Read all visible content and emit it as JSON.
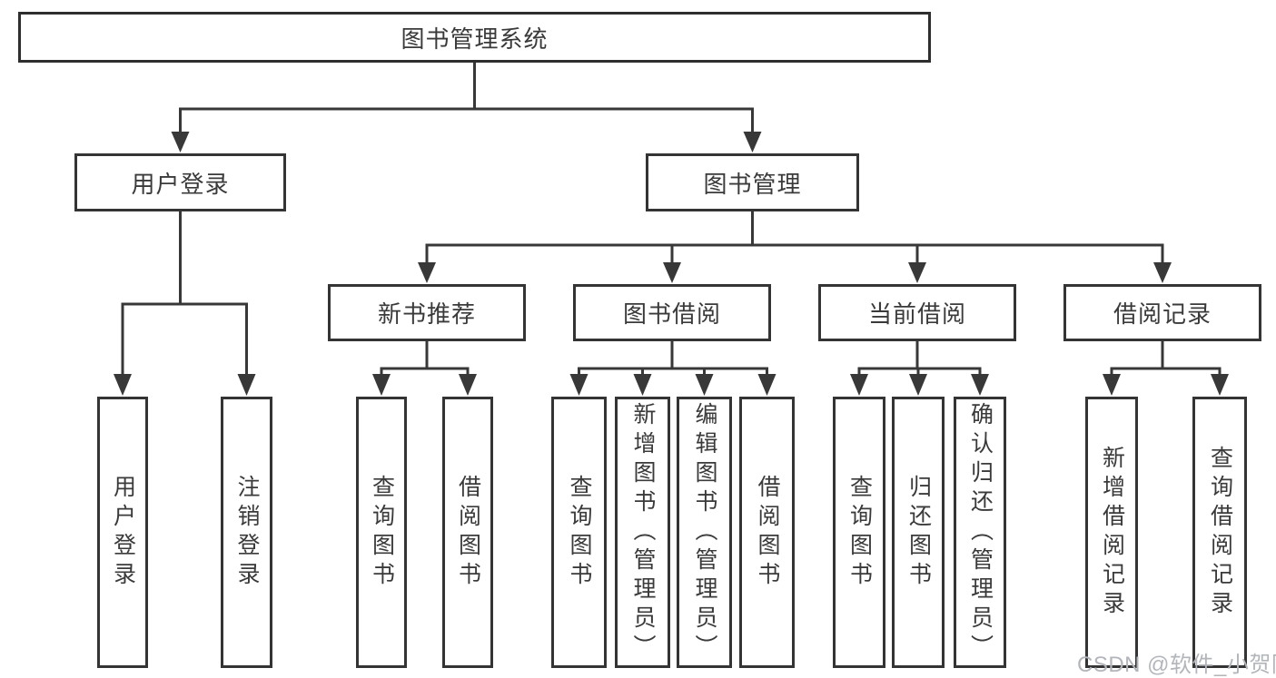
{
  "nodes": {
    "root": "图书管理系统",
    "level2": [
      "用户登录",
      "图书管理"
    ],
    "level3": [
      "新书推荐",
      "图书借阅",
      "当前借阅",
      "借阅记录"
    ],
    "leaves_user_login": [
      "用户登录",
      "注销登录"
    ],
    "leaves_new_book": [
      "查询图书",
      "借阅图书"
    ],
    "leaves_book_borrow": [
      "查询图书",
      "新增图书（管理员）",
      "编辑图书（管理员）",
      "借阅图书"
    ],
    "leaves_current_borrow": [
      "查询图书",
      "归还图书",
      "确认归还（管理员）"
    ],
    "leaves_borrow_record": [
      "新增借阅记录",
      "查询借阅记录"
    ]
  },
  "watermark": "CSDN @软件_小贺同学",
  "colors": {
    "line": "#383838",
    "box_border": "#343434",
    "text": "#3a3a3a",
    "watermark": "#b2b6bb",
    "background": "#ffffff"
  }
}
